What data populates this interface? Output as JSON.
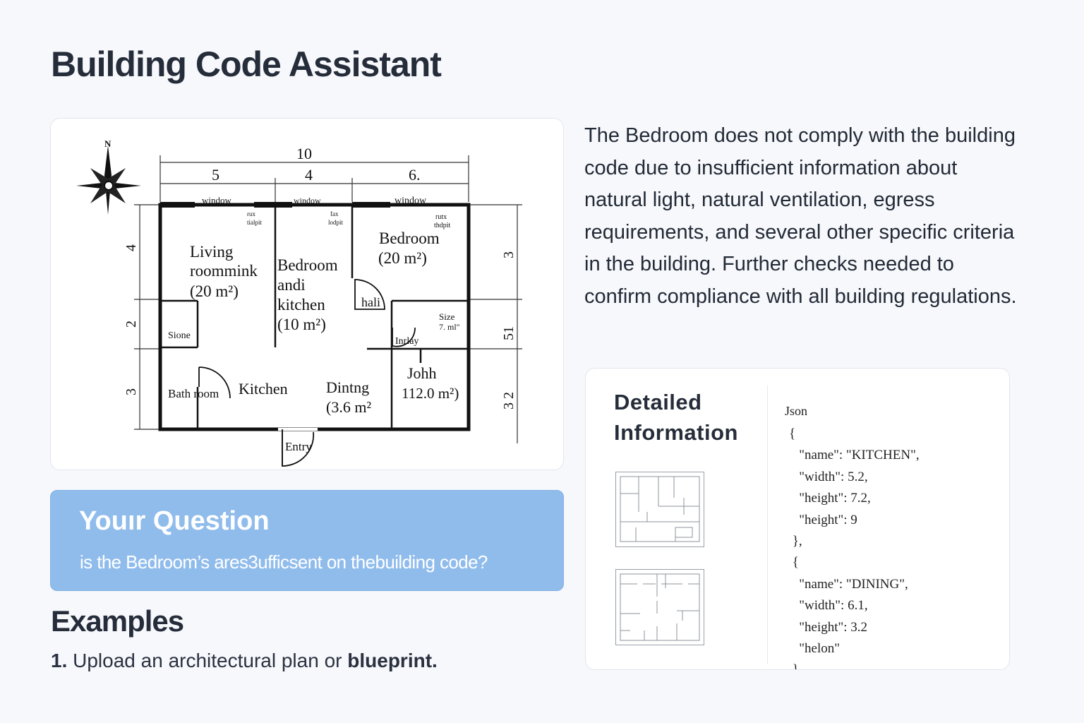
{
  "app": {
    "title": "Building Code Assistant"
  },
  "floor_plan": {
    "compass": "N",
    "dimensions": {
      "total_width": "10",
      "segments": [
        "5",
        "4",
        "6."
      ],
      "left": [
        "4",
        "2",
        "3"
      ],
      "right": [
        "3",
        "51",
        "3 2"
      ]
    },
    "labels": {
      "window_1": "window",
      "window_2": "window",
      "window_3": "window",
      "small_1a": "rux",
      "small_1b": "tialpit",
      "small_2a": "fax",
      "small_2b": "lodpit",
      "small_3a": "rutx",
      "small_3b": "thdpit",
      "living_1": "Living",
      "living_2": "roommink",
      "living_3": "(20 m²)",
      "bedroom_kitchen_1": "Bedroom",
      "bedroom_kitchen_2": "andi",
      "bedroom_kitchen_3": "kitchen",
      "bedroom_kitchen_4": "(10 m²)",
      "bedroom_1": "Bedroom",
      "bedroom_2": "(20 m²)",
      "hall": "hali",
      "size_1": "Size",
      "size_2": "7. ml\"",
      "store": "Sione",
      "inlay": "Inrlay",
      "bathroom": "Bath room",
      "kitchen": "Kitchen",
      "dining_1": "Dintng",
      "dining_2": "(3.6 m²",
      "john_1": "Johh",
      "john_2": "112.0 m²)",
      "entry": "Entry"
    }
  },
  "question": {
    "title": "Youır Question",
    "text": "is the Bedroom’s ares3ufficsent on thebuilding code?"
  },
  "examples": {
    "title": "Examples",
    "item_num": "1.",
    "item_text": "Upload an architectural plan or",
    "item_strong": "blueprint."
  },
  "answer": {
    "text": "The Bedroom does not comply with the building code due to insufficient information about natural light, natural ventilation, egress requirements, and several other specific criteria in the building. Further checks needed to confirm compliance with all building regulations."
  },
  "details": {
    "title": "Detailed Information",
    "json_label": "Json",
    "json_text": "{\n   \"name\": \"KITCHEN\",\n   \"width\": 5.2,\n   \"height\": 7.2,\n   \"height\": 9\n },\n {\n   \"name\": \"DINING\",\n   \"width\": 6.1,\n   \"height\": 3.2\n   \"helon\"\n }"
  }
}
